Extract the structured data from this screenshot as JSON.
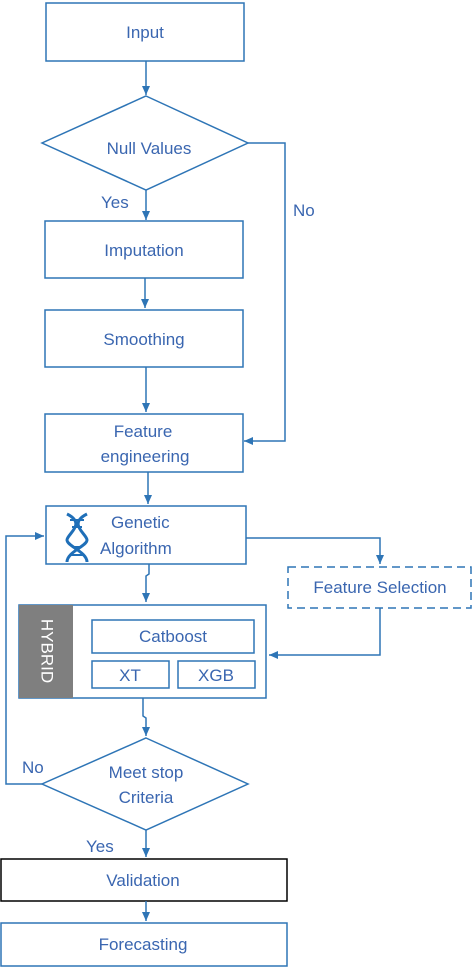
{
  "nodes": {
    "input": "Input",
    "null_values": "Null Values",
    "imputation": "Imputation",
    "smoothing": "Smoothing",
    "feature_engineering": [
      "Feature",
      "engineering"
    ],
    "genetic_algorithm": [
      "Genetic",
      "Algorithm"
    ],
    "feature_selection": "Feature Selection",
    "hybrid": "HYBRID",
    "catboost": "Catboost",
    "xt": "XT",
    "xgb": "XGB",
    "meet_stop": [
      "Meet stop",
      "Criteria"
    ],
    "validation": "Validation",
    "forecasting": "Forecasting"
  },
  "edge_labels": {
    "null_yes": "Yes",
    "null_no": "No",
    "stop_no": "No",
    "stop_yes": "Yes"
  },
  "colors": {
    "stroke": "#2E75B6",
    "text": "#3A66B0",
    "hybrid_fill": "#7F7F7F",
    "validation_border": "#000000"
  },
  "icons": {
    "genetic_algorithm": "dna-icon"
  }
}
